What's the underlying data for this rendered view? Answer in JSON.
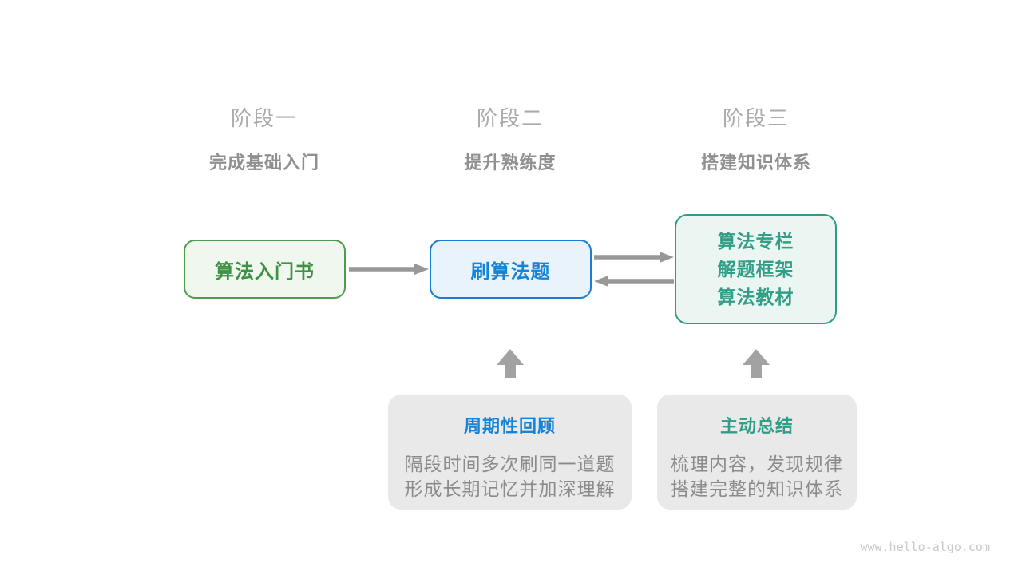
{
  "page": {
    "background": "#ffffff",
    "watermark": "www.hello-algo.com"
  },
  "stages": [
    {
      "title": "阶段一",
      "subtitle": "完成基础入门"
    },
    {
      "title": "阶段二",
      "subtitle": "提升熟练度"
    },
    {
      "title": "阶段三",
      "subtitle": "搭建知识体系"
    }
  ],
  "nodes": {
    "intro_book": {
      "label": "算法入门书",
      "border_color": "#4f9b50",
      "fill_color": "#f0f7ee",
      "text_color": "#3f9143"
    },
    "practice": {
      "label": "刷算法题",
      "border_color": "#1a7cd3",
      "fill_color": "#e9f3fb",
      "text_color": "#1583d8"
    },
    "resources": {
      "lines": [
        "算法专栏",
        "解题框架",
        "算法教材"
      ],
      "border_color": "#2f9b85",
      "fill_color": "#ebf5f1",
      "text_color": "#339e88"
    }
  },
  "callouts": [
    {
      "title": "周期性回顾",
      "title_color": "#1583d8",
      "lines": [
        "隔段时间多次刷同一道题",
        "形成长期记忆并加深理解"
      ]
    },
    {
      "title": "主动总结",
      "title_color": "#2f9e87",
      "lines": [
        "梳理内容，发现规律",
        "搭建完整的知识体系"
      ]
    }
  ],
  "flow": {
    "arrow_color": "#989898",
    "block_arrow_color": "#a2a2a2",
    "connections": [
      {
        "from": "intro_book",
        "to": "practice",
        "direction": "right"
      },
      {
        "from": "practice",
        "to": "resources",
        "direction": "right"
      },
      {
        "from": "resources",
        "to": "practice",
        "direction": "left"
      },
      {
        "from": "periodic-review",
        "to": "practice",
        "direction": "up"
      },
      {
        "from": "active-summary",
        "to": "resources",
        "direction": "up"
      }
    ]
  }
}
